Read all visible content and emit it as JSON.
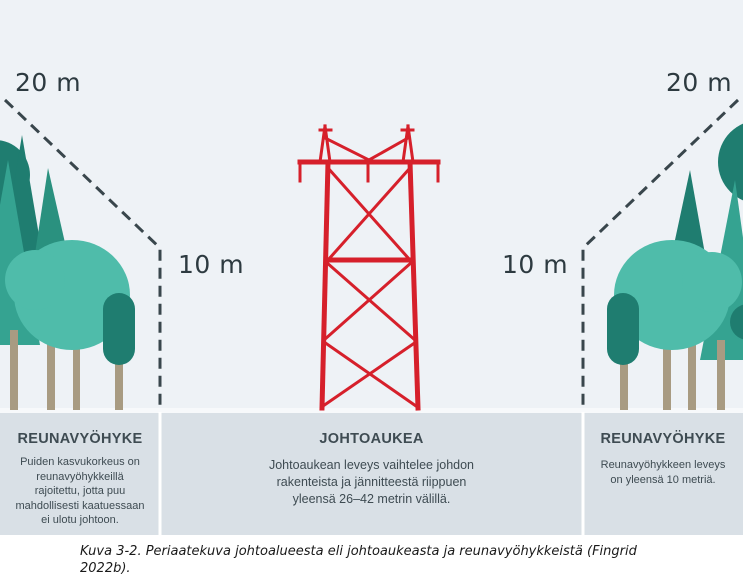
{
  "labels": {
    "left_outer": "20 m",
    "right_outer": "20 m",
    "left_inner": "10 m",
    "right_inner": "10 m"
  },
  "zones": {
    "left": {
      "title": "REUNAVYÖHYKE",
      "text": [
        "Puiden kasvukorkeus on",
        "reunavyöhykkeillä",
        "rajoitettu, jotta puu",
        "mahdollisesti kaatuessaan",
        "ei ulotu johtoon."
      ]
    },
    "center": {
      "title": "JOHTOAUKEA",
      "text": [
        "Johtoaukean leveys vaihtelee johdon",
        "rakenteista ja jännitteestä riippuen",
        "yleensä 26–42 metrin välillä."
      ]
    },
    "right": {
      "title": "REUNAVYÖHYKE",
      "text": [
        "Reunavyöhykkeen leveys",
        "on yleensä 10 metriä."
      ]
    }
  },
  "caption": {
    "line1": "Kuva 3-2. Periaatekuva johtoalueesta eli johtoaukeasta ja reunavyöhykkeistä (Fingrid",
    "line2": "2022b)."
  },
  "colors": {
    "sky": "#eef2f6",
    "ground": "#d9e0e6",
    "tower": "#d6202b",
    "tree_light": "#4fbcaa",
    "tree_dark": "#1f7d70",
    "trunk": "#a89b82",
    "dash": "#39464c"
  }
}
